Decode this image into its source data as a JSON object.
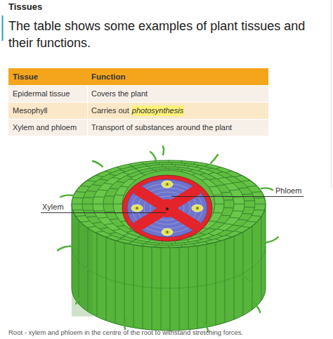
{
  "diagram": {
    "title": "Tissues",
    "caption": "Root - xylem and phloem in the centre of the root to withstand stretching forces.",
    "labels": [
      "The table shows some examples of plant tissues and their functions.",
      "Tissue",
      "Function",
      "Epidermal tissue",
      "Covers the plant",
      "Mesophyll",
      "Carries out",
      "photosynthesis",
      "Xylem and phloem",
      "Transport of substances around the plant",
      "Phloem",
      "Xylem"
    ]
  }
}
